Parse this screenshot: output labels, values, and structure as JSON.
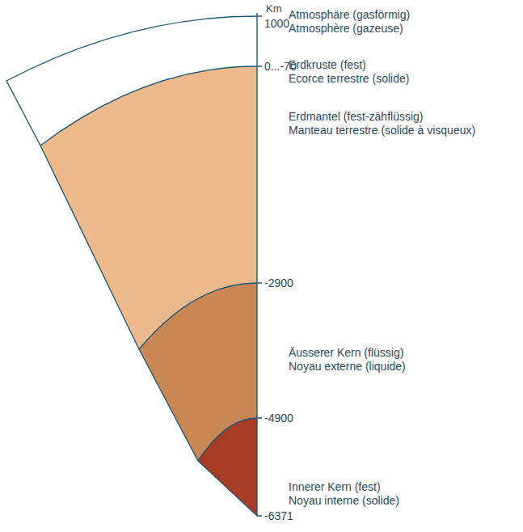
{
  "diagram": {
    "labels": [
      "Km",
      "1000",
      "Atmosphäre (gasförmig)",
      "Atmosphère (gazeuse)",
      "0...-70",
      "Erdkruste (fest)",
      "Ecorce terrestre (solide)",
      "Erdmantel (fest-zähflüssig)",
      "Manteau terrestre (solide à visqueux)",
      "-2900",
      "Äusserer Kern (flüssig)",
      "Noyau externe (liquide)",
      "-4900",
      "Innerer Kern (fest)",
      "Noyau interne (solide)",
      "-6371"
    ]
  }
}
